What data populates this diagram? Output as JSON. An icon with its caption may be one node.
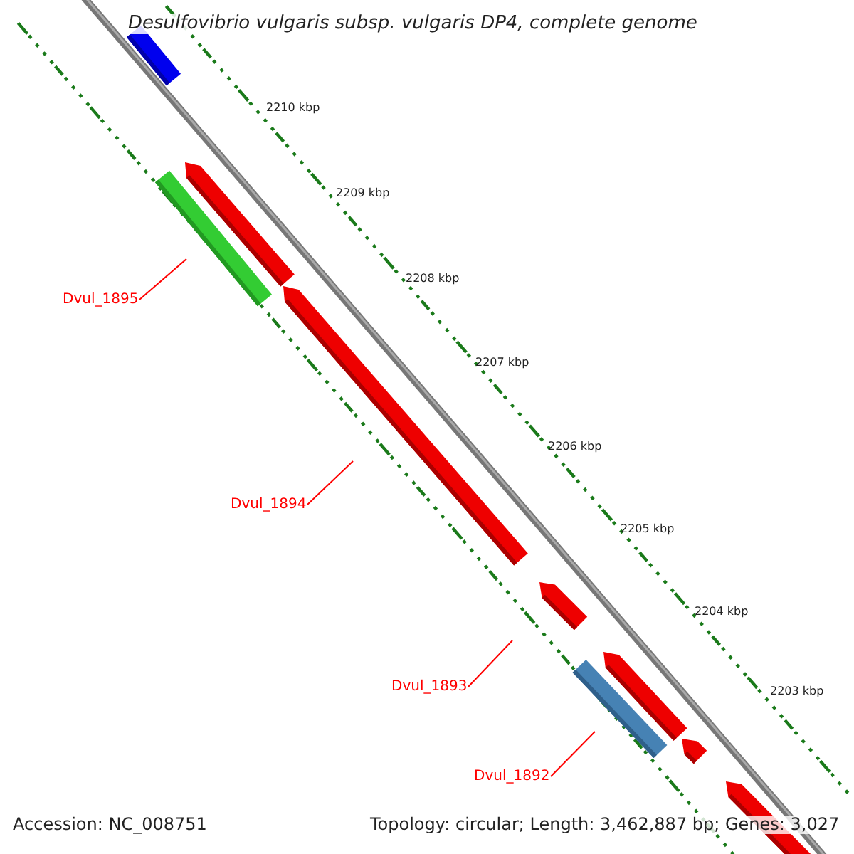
{
  "diagram": {
    "title": "Desulfovibrio vulgaris subsp. vulgaris DP4, complete genome",
    "nodes": [
      {
        "text": [
          "Dvul_1895"
        ]
      },
      {
        "text": [
          "Dvul_1894"
        ]
      },
      {
        "text": [
          "Dvul_1893"
        ]
      },
      {
        "text": [
          "Dvul_1892"
        ]
      }
    ],
    "edges": [
      {
        "from": 0,
        "to": null,
        "arrow": "none"
      },
      {
        "from": 1,
        "to": null,
        "arrow": "none"
      },
      {
        "from": 2,
        "to": null,
        "arrow": "none"
      },
      {
        "from": 3,
        "to": null,
        "arrow": "none"
      }
    ],
    "labels": [
      "2210 kbp",
      "2209 kbp",
      "2208 kbp",
      "2207 kbp",
      "2206 kbp",
      "2205 kbp",
      "2204 kbp",
      "2203 kbp",
      "Accession: NC_008751",
      "Topology: circular; Length: 3,462,887 bp; Genes: 3,027"
    ]
  }
}
